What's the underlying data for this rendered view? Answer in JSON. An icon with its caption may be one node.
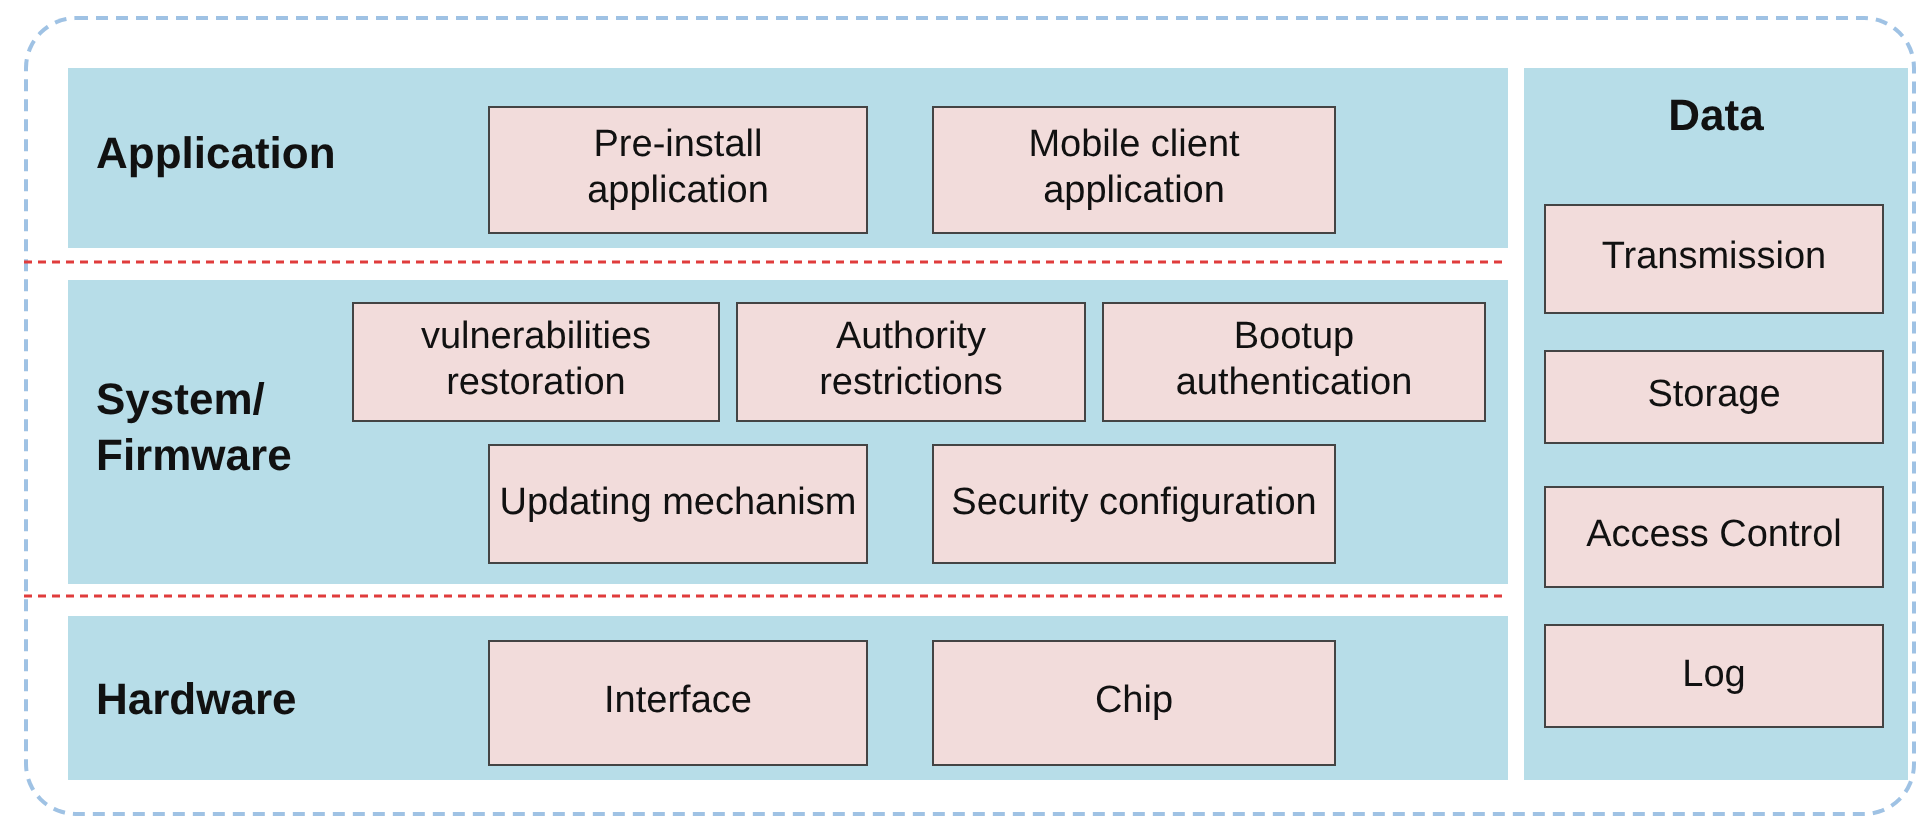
{
  "diagram": {
    "nodes": [
      {
        "text": [],
        "shape": "box"
      },
      {
        "text": [
          "Application"
        ],
        "in": 0
      },
      {
        "text": [
          "Pre-install application"
        ],
        "in": 1
      },
      {
        "text": [
          "Mobile client application"
        ],
        "in": 1
      },
      {
        "text": [
          "Data"
        ],
        "in": 0
      },
      {
        "text": [
          "Transmission"
        ],
        "in": 4
      },
      {
        "text": [
          "System/ Firmware"
        ],
        "in": 0
      },
      {
        "text": [
          "vulnerabilities restoration"
        ],
        "in": 6
      },
      {
        "text": [
          "Authority restrictions"
        ],
        "in": 6
      },
      {
        "text": [
          "Bootup authentication"
        ],
        "in": 6
      },
      {
        "text": [
          "Storage"
        ],
        "in": 4
      },
      {
        "text": [
          "Updating mechanism"
        ],
        "in": 6
      },
      {
        "text": [
          "Security configuration"
        ],
        "in": 6
      },
      {
        "text": [
          "Access Control"
        ],
        "in": 4
      },
      {
        "text": [
          "Hardware"
        ],
        "in": 0
      },
      {
        "text": [
          "Interface"
        ],
        "in": 14
      },
      {
        "text": [
          "Chip"
        ],
        "in": 14
      },
      {
        "text": [
          "Log"
        ],
        "in": 4
      }
    ]
  }
}
